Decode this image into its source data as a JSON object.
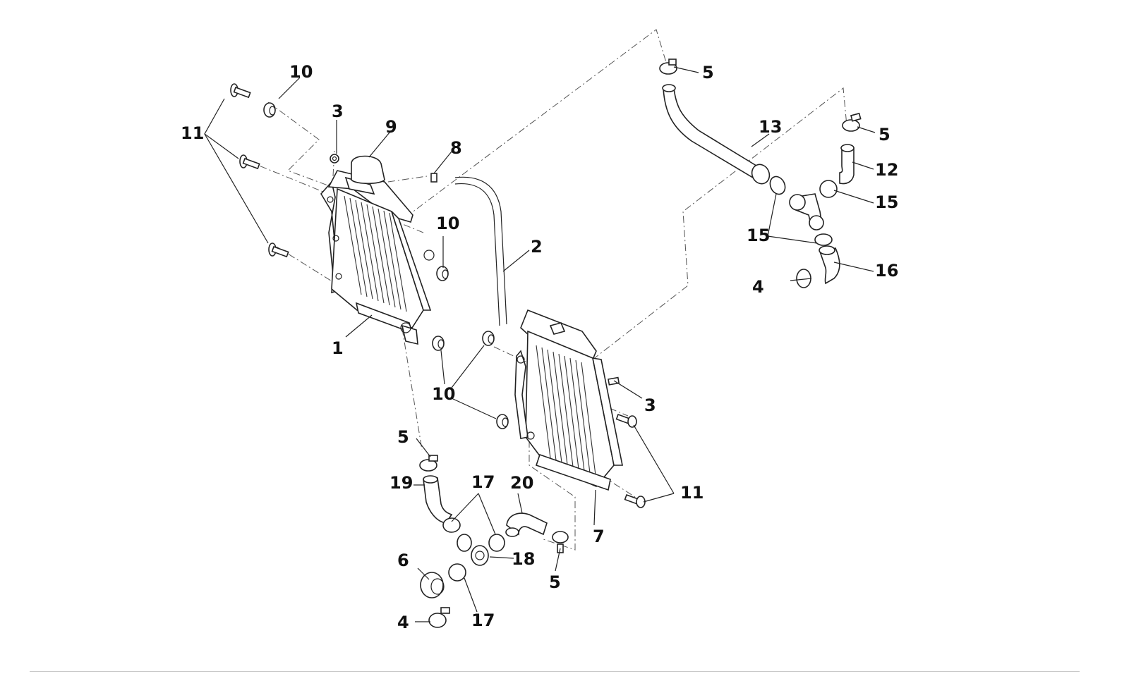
{
  "diagram": {
    "labels": {
      "l1": "1",
      "l2": "2",
      "l3a": "3",
      "l3b": "3",
      "l4a": "4",
      "l4b": "4",
      "l5a": "5",
      "l5b": "5",
      "l5c": "5",
      "l5d": "5",
      "l6": "6",
      "l7": "7",
      "l8": "8",
      "l9": "9",
      "l10a": "10",
      "l10b": "10",
      "l10c": "10",
      "l11a": "11",
      "l11b": "11",
      "l12": "12",
      "l13": "13",
      "l15a": "15",
      "l15b": "15",
      "l16": "16",
      "l17a": "17",
      "l17b": "17",
      "l18": "18",
      "l19": "19",
      "l20": "20"
    }
  }
}
